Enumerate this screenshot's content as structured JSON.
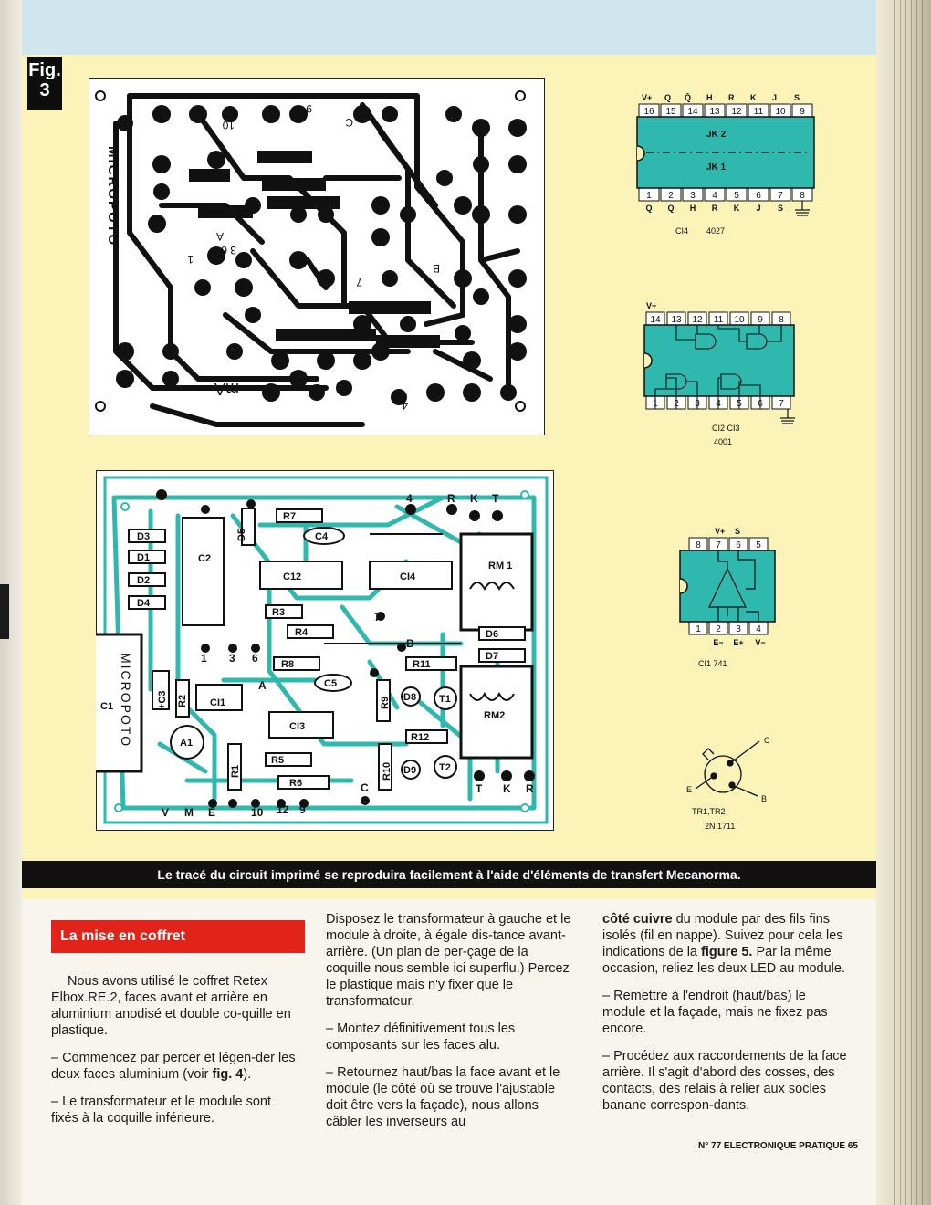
{
  "figure": {
    "label_prefix": "Fig.",
    "label_number": "3"
  },
  "pcb_copper": {
    "brand": "MICROPOTO",
    "marks": [
      "10",
      "9",
      "C",
      "A",
      "3",
      "6",
      "1",
      "7",
      "B",
      "4",
      "mA"
    ]
  },
  "pcb_layout": {
    "brand": "MICROPOTO",
    "components": [
      "D3",
      "D1",
      "D2",
      "D4",
      "C2",
      "D5",
      "R7",
      "C4",
      "C12",
      "CI4",
      "RM 1",
      "R3",
      "R4",
      "D6",
      "D7",
      "R8",
      "R11",
      "C5",
      "C1",
      "+C3",
      "R2",
      "CI1",
      "CI3",
      "R9",
      "D8",
      "T1",
      "RM2",
      "A1",
      "R12",
      "R1",
      "R5",
      "R10",
      "D9",
      "T2",
      "R6"
    ],
    "pins_top": [
      "4",
      "R",
      "K",
      "T"
    ],
    "pins_bottom": [
      "V",
      "M",
      "E",
      "10",
      "12",
      "9",
      "C",
      "T",
      "K",
      "R"
    ],
    "pins_mid": [
      "1",
      "3",
      "6",
      "A",
      "7",
      "B"
    ]
  },
  "ic_4027": {
    "top_pin_labels": [
      "V+",
      "Q",
      "Q̄",
      "H",
      "R",
      "K",
      "J",
      "S"
    ],
    "top_pins": [
      "16",
      "15",
      "14",
      "13",
      "12",
      "11",
      "10",
      "9"
    ],
    "bottom_pins": [
      "1",
      "2",
      "3",
      "4",
      "5",
      "6",
      "7",
      "8"
    ],
    "bottom_pin_labels": [
      "Q",
      "Q̄",
      "H",
      "R",
      "K",
      "J",
      "S"
    ],
    "inner_labels": [
      "JK 2",
      "JK 1"
    ],
    "name": "CI4",
    "ref": "4027"
  },
  "ic_4001": {
    "top_label": "V+",
    "top_pins": [
      "14",
      "13",
      "12",
      "11",
      "10",
      "9",
      "8"
    ],
    "bottom_pins": [
      "1",
      "2",
      "3",
      "4",
      "5",
      "6",
      "7"
    ],
    "name": "CI2  CI3",
    "ref": "4001"
  },
  "ic_741": {
    "top_labels": [
      "V+",
      "S"
    ],
    "top_pins": [
      "8",
      "7",
      "6",
      "5"
    ],
    "bottom_pins": [
      "1",
      "2",
      "3",
      "4"
    ],
    "bottom_labels": [
      "E−",
      "E+",
      "V−"
    ],
    "name": "CI1  741"
  },
  "transistor": {
    "pins": [
      "C",
      "E",
      "B"
    ],
    "name": "TR1,TR2",
    "ref": "2N 1711"
  },
  "caption": "Le tracé du circuit imprimé se reproduira facilement à l'aide d'éléments de transfert Mecanorma.",
  "article": {
    "section_title": "La mise en coffret",
    "col1": [
      "Nous avons utilisé le coffret Retex Elbox.RE.2, faces avant et arrière en aluminium anodisé et double co-quille en plastique.",
      "– Commencez par percer et légen-der les deux faces aluminium (voir",
      "fig. 4",
      ").",
      "– Le transformateur et le module sont fixés à la coquille inférieure."
    ],
    "col2": [
      "Disposez le transformateur à gauche et le module à droite, à égale dis-tance avant-arrière. (Un plan de per-çage de la coquille nous semble ici superflu.) Percez le plastique mais n'y fixer que le transformateur.",
      "– Montez définitivement tous les composants sur les faces alu.",
      "– Retournez haut/bas la face avant et le module (le côté où se trouve l'ajustable doit être vers la façade), nous allons câbler les inverseurs au"
    ],
    "col3": [
      "côté cuivre",
      " du module par des fils fins isolés (fil en nappe). Suivez pour cela les indications de la ",
      "figure 5.",
      " Par la même occasion, reliez les deux LED au module.",
      "– Remettre à l'endroit (haut/bas) le module et la façade, mais ne fixez pas encore.",
      "– Procédez aux raccordements de la face arrière. Il s'agit d'abord des cosses, des contacts, des relais à relier aux socles banane correspon-dants."
    ]
  },
  "footer": "N° 77 ELECTRONIQUE PRATIQUE 65",
  "colors": {
    "teal": "#2fb8ad",
    "yellow": "#fbf3b8",
    "red": "#e2231a"
  }
}
